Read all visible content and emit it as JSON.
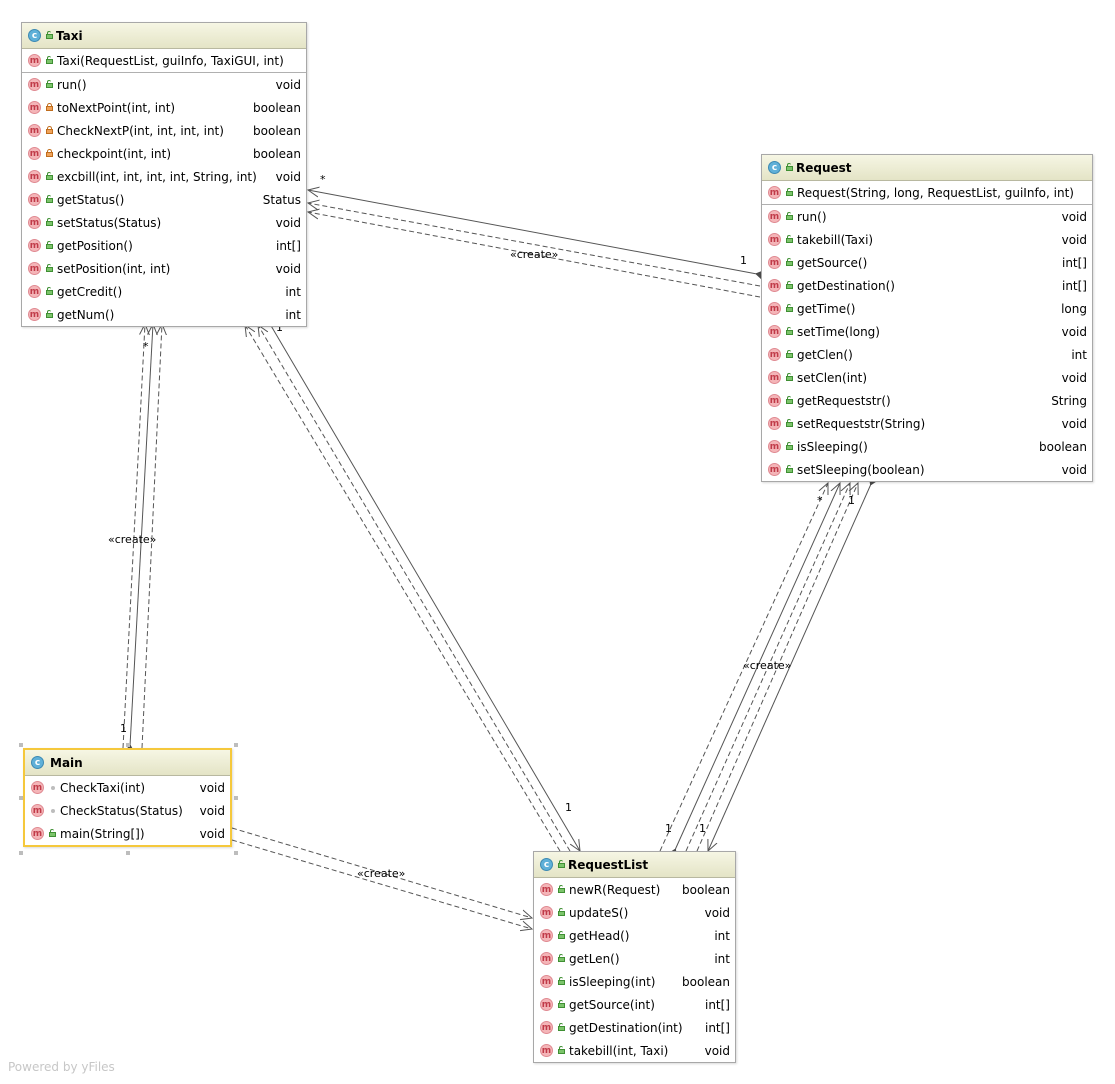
{
  "classes": {
    "taxi": {
      "name": "Taxi",
      "constructor": "Taxi(RequestList, guiInfo, TaxiGUI, int)",
      "methods": [
        {
          "sig": "run()",
          "ret": "void",
          "vis": "public"
        },
        {
          "sig": "toNextPoint(int, int)",
          "ret": "boolean",
          "vis": "private"
        },
        {
          "sig": "CheckNextP(int, int, int, int)",
          "ret": "boolean",
          "vis": "private"
        },
        {
          "sig": "checkpoint(int, int)",
          "ret": "boolean",
          "vis": "private"
        },
        {
          "sig": "excbill(int, int, int, int, String, int)",
          "ret": "void",
          "vis": "public"
        },
        {
          "sig": "getStatus()",
          "ret": "Status",
          "vis": "public"
        },
        {
          "sig": "setStatus(Status)",
          "ret": "void",
          "vis": "public"
        },
        {
          "sig": "getPosition()",
          "ret": "int[]",
          "vis": "public"
        },
        {
          "sig": "setPosition(int, int)",
          "ret": "void",
          "vis": "public"
        },
        {
          "sig": "getCredit()",
          "ret": "int",
          "vis": "public"
        },
        {
          "sig": "getNum()",
          "ret": "int",
          "vis": "public"
        }
      ]
    },
    "request": {
      "name": "Request",
      "constructor": "Request(String, long, RequestList, guiInfo, int)",
      "methods": [
        {
          "sig": "run()",
          "ret": "void",
          "vis": "public"
        },
        {
          "sig": "takebill(Taxi)",
          "ret": "void",
          "vis": "public"
        },
        {
          "sig": "getSource()",
          "ret": "int[]",
          "vis": "public"
        },
        {
          "sig": "getDestination()",
          "ret": "int[]",
          "vis": "public"
        },
        {
          "sig": "getTime()",
          "ret": "long",
          "vis": "public"
        },
        {
          "sig": "setTime(long)",
          "ret": "void",
          "vis": "public"
        },
        {
          "sig": "getClen()",
          "ret": "int",
          "vis": "public"
        },
        {
          "sig": "setClen(int)",
          "ret": "void",
          "vis": "public"
        },
        {
          "sig": "getRequeststr()",
          "ret": "String",
          "vis": "public"
        },
        {
          "sig": "setRequeststr(String)",
          "ret": "void",
          "vis": "public"
        },
        {
          "sig": "isSleeping()",
          "ret": "boolean",
          "vis": "public"
        },
        {
          "sig": "setSleeping(boolean)",
          "ret": "void",
          "vis": "public"
        }
      ]
    },
    "main": {
      "name": "Main",
      "methods": [
        {
          "sig": "CheckTaxi(int)",
          "ret": "void",
          "vis": "package"
        },
        {
          "sig": "CheckStatus(Status)",
          "ret": "void",
          "vis": "package"
        },
        {
          "sig": "main(String[])",
          "ret": "void",
          "vis": "public"
        }
      ]
    },
    "requestlist": {
      "name": "RequestList",
      "methods": [
        {
          "sig": "newR(Request)",
          "ret": "boolean",
          "vis": "public"
        },
        {
          "sig": "updateS()",
          "ret": "void",
          "vis": "public"
        },
        {
          "sig": "getHead()",
          "ret": "int",
          "vis": "public"
        },
        {
          "sig": "getLen()",
          "ret": "int",
          "vis": "public"
        },
        {
          "sig": "isSleeping(int)",
          "ret": "boolean",
          "vis": "public"
        },
        {
          "sig": "getSource(int)",
          "ret": "int[]",
          "vis": "public"
        },
        {
          "sig": "getDestination(int)",
          "ret": "int[]",
          "vis": "public"
        },
        {
          "sig": "takebill(int, Taxi)",
          "ret": "void",
          "vis": "public"
        }
      ]
    }
  },
  "icons": {
    "class_letter": "c",
    "method_letter": "m"
  },
  "labels": {
    "create": "«create»",
    "one": "1",
    "many": "*"
  },
  "watermark": "Powered by yFiles",
  "colors": {
    "header_bg": "#ece9d0",
    "selected_border": "#f5c83c",
    "method_icon": "#f4b5b8",
    "class_icon": "#5fb0d8",
    "public_lock": "#7cc46b",
    "private_lock": "#f0a35a",
    "edge": "#555555"
  }
}
